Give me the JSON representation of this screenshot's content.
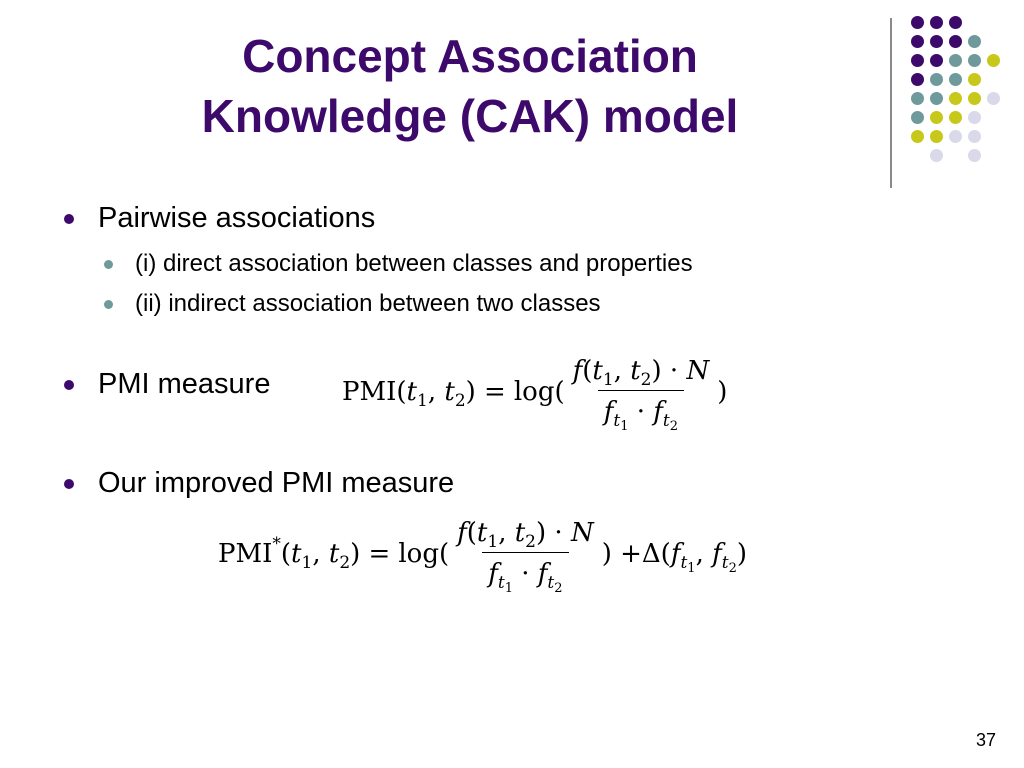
{
  "slide": {
    "title_line1": "Concept Association",
    "title_line2": "Knowledge (CAK) model",
    "bullets": {
      "b1": "Pairwise associations",
      "b1_sub1": "(i) direct association between classes and properties",
      "b1_sub2": "(ii) indirect association between two classes",
      "b2": "PMI measure",
      "b3": "Our improved PMI measure"
    },
    "formula1": {
      "lhs_name": "PMI",
      "log": "log",
      "numerator": "f(t1, t2) · N",
      "denominator": "ft1 · ft2"
    },
    "formula2": {
      "lhs_name": "PMI",
      "star": "*",
      "log": "log",
      "delta": "Δ"
    },
    "page_number": "37"
  },
  "colors": {
    "title": "#3d0a6b",
    "dot_purple": "#3d0a6b",
    "dot_teal": "#6f9a9c",
    "dot_yellow": "#c8c81a",
    "dot_lavender": "#d9d9ea"
  },
  "decoration": {
    "dot_grid": [
      [
        "purple",
        "purple",
        "purple",
        "none",
        "none"
      ],
      [
        "purple",
        "purple",
        "purple",
        "teal",
        "none"
      ],
      [
        "purple",
        "purple",
        "teal",
        "teal",
        "yellow"
      ],
      [
        "purple",
        "teal",
        "teal",
        "yellow",
        "none"
      ],
      [
        "teal",
        "teal",
        "yellow",
        "yellow",
        "lavender"
      ],
      [
        "teal",
        "yellow",
        "yellow",
        "lavender",
        "none"
      ],
      [
        "yellow",
        "yellow",
        "lavender",
        "lavender",
        "none"
      ],
      [
        "none",
        "lavender",
        "none",
        "lavender",
        "none"
      ]
    ]
  }
}
